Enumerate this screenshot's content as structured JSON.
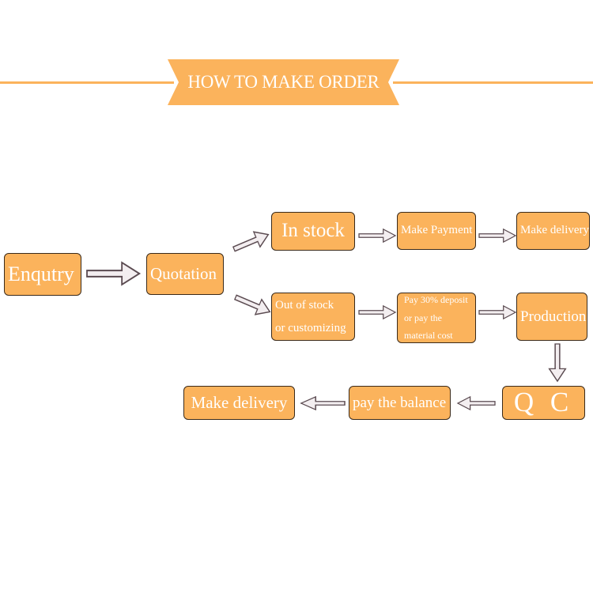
{
  "header": {
    "title": "HOW TO MAKE ORDER"
  },
  "colors": {
    "accent": "#fbb35c",
    "box_border": "#3a2a1a",
    "arrow_fill": "#f3eef0",
    "arrow_stroke": "#5a4a50"
  },
  "flow": {
    "enqutry": "Enqutry",
    "quotation": "Quotation",
    "in_stock": "In stock",
    "make_payment": "Make Payment",
    "make_delivery_top": "Make delivery",
    "out_of_stock_line1": "Out of stock",
    "out_of_stock_line2": "or customizing",
    "pay_deposit_line1": "Pay 30% deposit",
    "pay_deposit_line2": "or pay the",
    "pay_deposit_line3": "material cost",
    "production": "Production",
    "qc": "Q C",
    "pay_balance": "pay the balance",
    "make_delivery_bottom": "Make delivery"
  }
}
